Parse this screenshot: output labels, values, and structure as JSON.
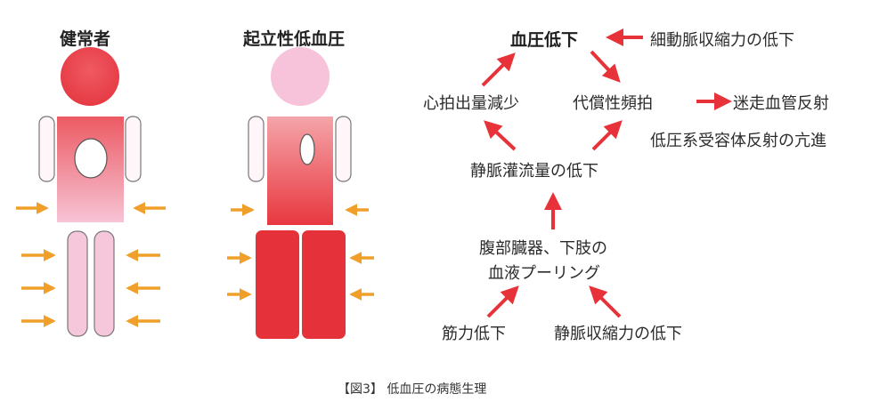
{
  "colors": {
    "arrow_red": "#e8323a",
    "arrow_orange": "#f0a02a",
    "healthy_head": "#e63a44",
    "healthy_body_top": "#ec5a62",
    "healthy_body_bottom": "#f7c4d6",
    "healthy_limb": "#f6c6da",
    "hypo_head": "#f7c3da",
    "hypo_body_top": "#f4a5a9",
    "hypo_body_bottom": "#e8373f",
    "hypo_legs": "#e5323a"
  },
  "figures": {
    "healthy_title": "健常者",
    "hypotension_title": "起立性低血圧"
  },
  "flow": {
    "hypotension": "血圧低下",
    "reduced_contraction": "細動脈収縮力の低下",
    "cardiac_output_decrease": "心拍出量減少",
    "compensatory_tachycardia": "代償性頻拍",
    "vagal_reflex": "迷走血管反射",
    "baroreceptor_reflex": "低圧系受容体反射の亢進",
    "venous_return_decrease": "静脈灌流量の低下",
    "pooling_line1": "腹部臓器、下肢の",
    "pooling_line2": "血液プーリング",
    "muscle_weakness": "筋力低下",
    "venous_contraction_decrease": "静脈収縮力の低下"
  },
  "caption": "【図3】 低血圧の病態生理"
}
